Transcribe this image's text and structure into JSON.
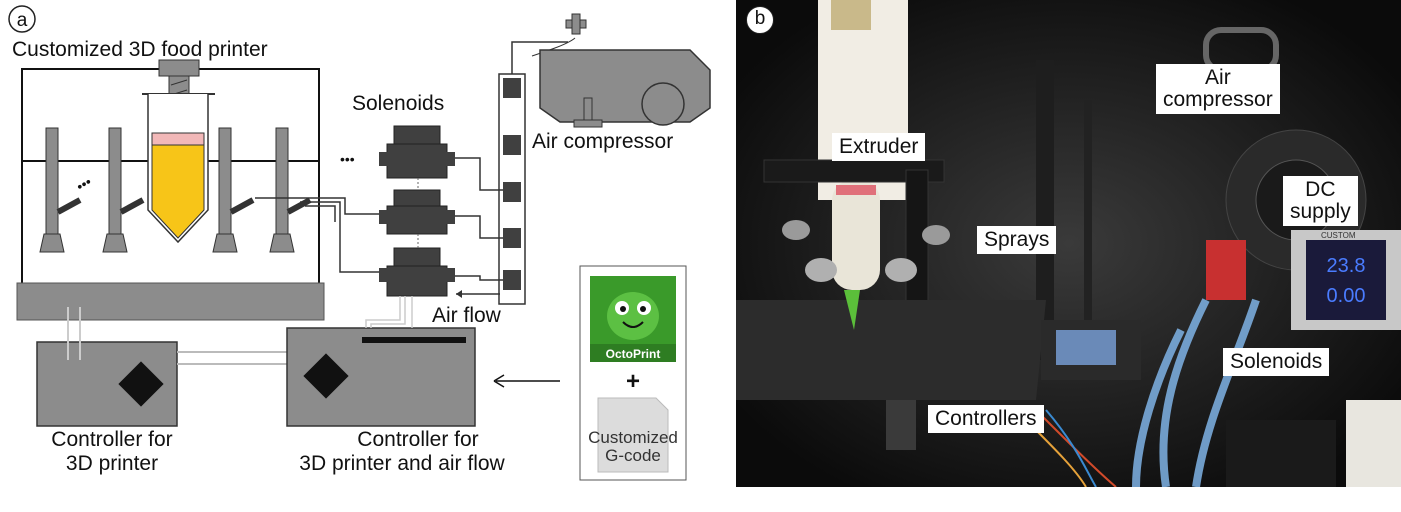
{
  "panel_a": {
    "badge": "a",
    "title": "Customized 3D food printer",
    "solenoids_label": "Solenoids",
    "air_compressor_label": "Air compressor",
    "air_flow_label": "Air flow",
    "controller_left_line1": "Controller for",
    "controller_left_line2": "3D printer",
    "controller_right_line1": "Controller for",
    "controller_right_line2": "3D printer and air flow",
    "octoprint_label": "OctoPrint",
    "plus_sign": "+",
    "gcode_line1": "Customized",
    "gcode_line2": "G-code",
    "ellipsis": "•••"
  },
  "panel_b": {
    "badge": "b",
    "labels": {
      "extruder": "Extruder",
      "air_compressor": "Air\ncompressor",
      "dc_supply": "DC\nsupply",
      "sprays": "Sprays",
      "solenoids": "Solenoids",
      "controllers": "Controllers"
    },
    "psu_display_top": "23.8",
    "psu_display_bottom": "0.00",
    "psu_brand": "CUSTOM"
  },
  "colors": {
    "gray_body": "#8c8c8c",
    "dark_gray": "#404040",
    "yellow_food": "#f7c518",
    "pink_plunger": "#f2b8b8",
    "octoprint_green": "#3a9a2a",
    "psu_blue": "#2a55ff"
  }
}
